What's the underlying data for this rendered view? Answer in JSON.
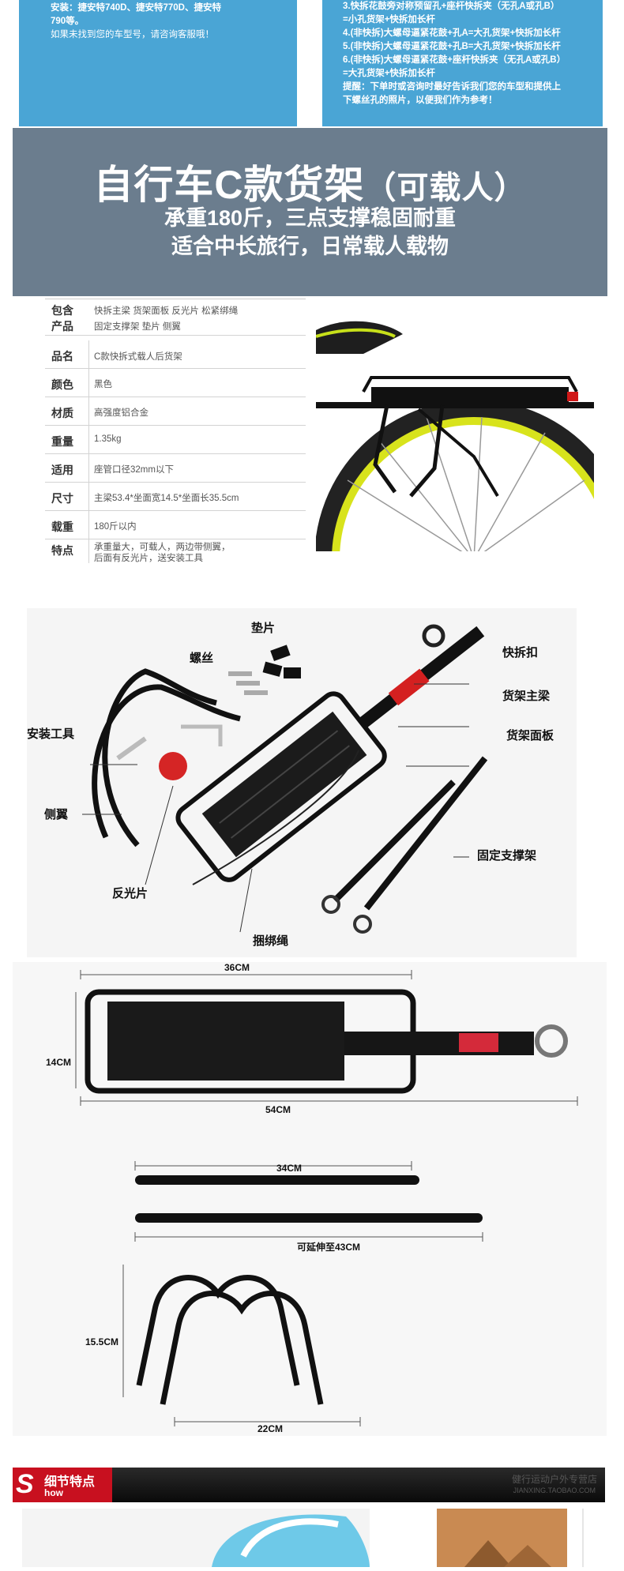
{
  "left_panel": {
    "lines": [
      "安装：捷安特740D、捷安特770D、捷安特",
      "790等。",
      "如果未找到您的车型号，请咨询客服哦！"
    ]
  },
  "right_panel": {
    "lines": [
      "3.快拆花鼓旁对称预留孔+座杆快拆夹（无孔A或孔B）",
      "=小孔货架+快拆加长杆",
      "4.(非快拆)大螺母逼紧花鼓+孔A=大孔货架+快拆加长杆",
      "5.(非快拆)大螺母逼紧花鼓+孔B=大孔货架+快拆加长杆",
      "6.(非快拆)大螺母逼紧花鼓+座杆快拆夹（无孔A或孔B）",
      "=大孔货架+快拆加长杆",
      "提醒：下单时或咨询时最好告诉我们您的车型和提供上",
      "下螺丝孔的照片，以便我们作为参考！"
    ]
  },
  "banner": {
    "title": "自行车C款货架",
    "title_suffix": "（可载人）",
    "line1": "承重180斤，三点支撑稳固耐重",
    "line2": "适合中长旅行，日常载人载物"
  },
  "spec": {
    "package_label_1": "包含",
    "package_label_2": "产品",
    "package_line_1": "快拆主梁  货架面板  反光片  松紧绑绳",
    "package_line_2": "固定支撑架  垫片  侧翼",
    "rows": [
      {
        "label": "品名",
        "value": "C款快拆式载人后货架"
      },
      {
        "label": "颜色",
        "value": "黑色"
      },
      {
        "label": "材质",
        "value": "高强度铝合金"
      },
      {
        "label": "重量",
        "value": "1.35kg"
      },
      {
        "label": "适用",
        "value": "座管口径32mm以下"
      },
      {
        "label": "尺寸",
        "value": "主梁53.4*坐面宽14.5*坐面长35.5cm"
      },
      {
        "label": "载重",
        "value": "180斤以内"
      },
      {
        "label": "特点",
        "value": "承重量大，可载人，两边带侧翼，",
        "value2": "后面有反光片，送安装工具"
      }
    ]
  },
  "parts_labels": {
    "pad": "垫片",
    "screw": "螺丝",
    "quick_release": "快拆扣",
    "main_beam": "货架主梁",
    "panel": "货架面板",
    "tools": "安装工具",
    "wing": "侧翼",
    "support": "固定支撑架",
    "reflector": "反光片",
    "strap": "捆绑绳"
  },
  "dims": {
    "width_top": "36CM",
    "height_left": "14CM",
    "length": "54CM",
    "support_len": "34CM",
    "support_ext": "可延伸至43CM",
    "wing_h": "15.5CM",
    "wing_w": "22CM"
  },
  "detail_bar": {
    "big_letter": "S",
    "title": "细节特点",
    "sub": "how",
    "shop": "健行运动户外专营店",
    "shop_url": "JIANXING.TAOBAO.COM"
  },
  "colors": {
    "blue": "#4aa5d5",
    "banner": "#6b7d8e",
    "red": "#c8101f"
  }
}
